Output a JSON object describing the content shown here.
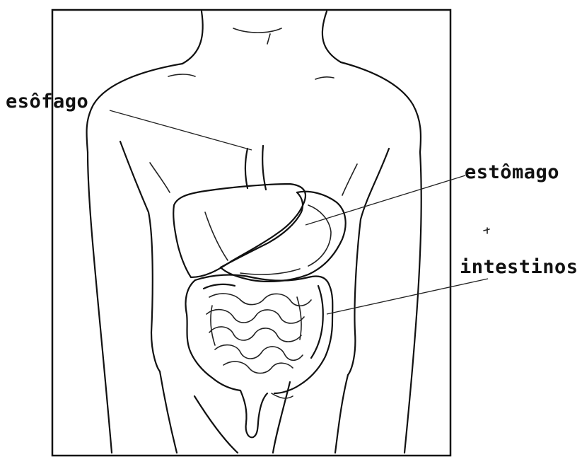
{
  "labels": {
    "esophagus": "esôfago",
    "stomach": "estômago",
    "intestines": "intestinos"
  },
  "colors": {
    "ink": "#111111",
    "background": "#ffffff"
  }
}
